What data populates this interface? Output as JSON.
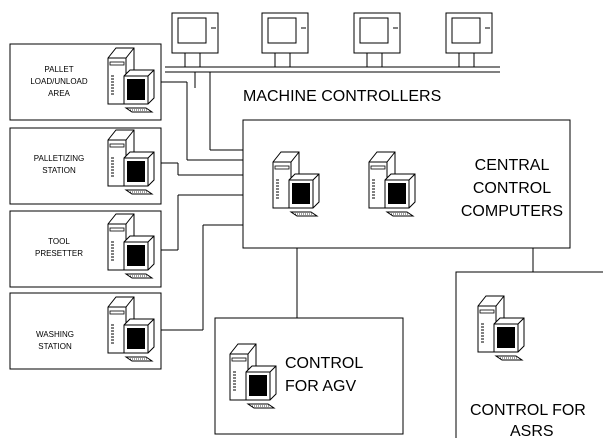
{
  "labels": {
    "machine_controllers": "MACHINE CONTROLLERS",
    "pallet": [
      "PALLET",
      "LOAD/UNLOAD",
      "AREA"
    ],
    "palletizing": [
      "PALLETIZING",
      "STATION"
    ],
    "tool": [
      "TOOL",
      "PRESETTER"
    ],
    "washing": [
      "WASHING",
      "STATION"
    ],
    "central": [
      "CENTRAL",
      "CONTROL",
      "COMPUTERS"
    ],
    "agv": [
      "CONTROL",
      "FOR AGV"
    ],
    "asrs": [
      "CONTROL FOR",
      "ASRS"
    ]
  },
  "machine_controller_count": 4
}
